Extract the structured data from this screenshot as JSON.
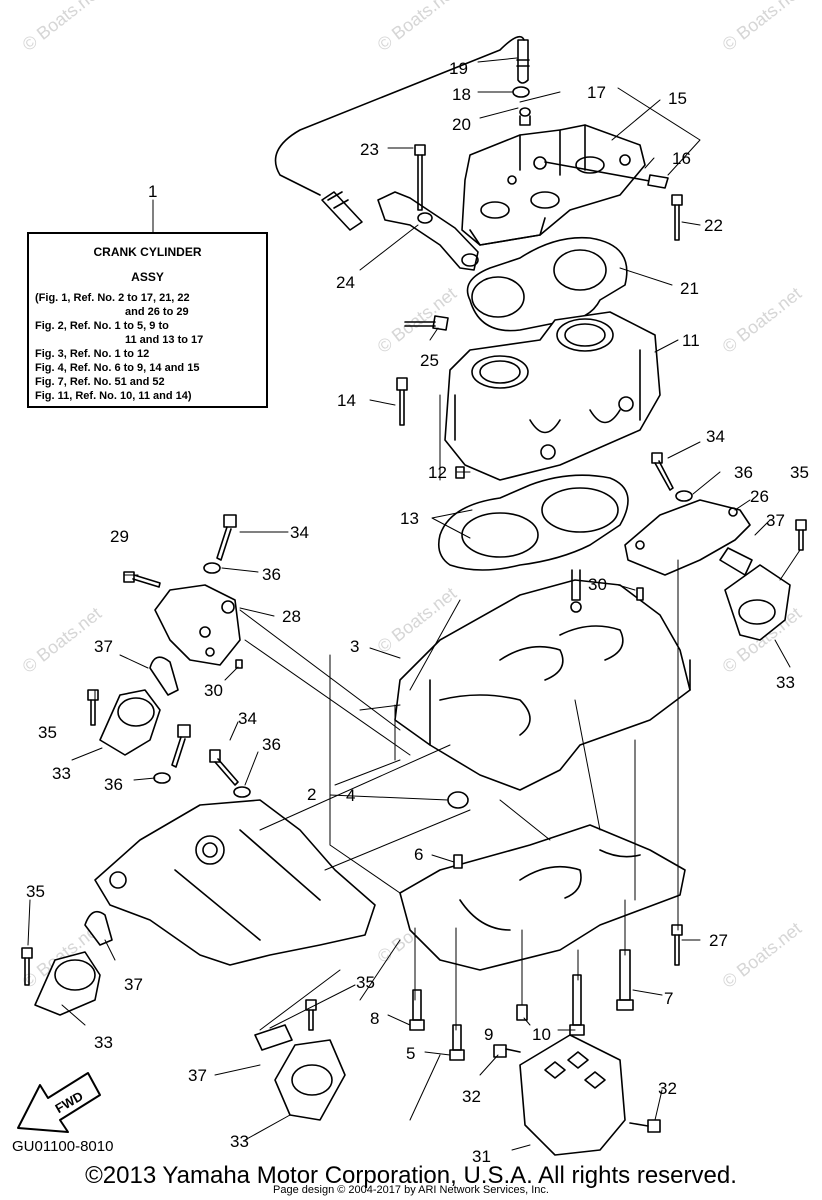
{
  "reference_box": {
    "callout": "1",
    "title": "CRANK CYLINDER",
    "subtitle": "ASSY",
    "lines": [
      "(Fig. 1, Ref. No. 2 to 17, 21, 22",
      "        and 26 to 29",
      "Fig. 2, Ref. No. 1 to 5, 9 to",
      "        11 and 13 to 17",
      "Fig. 3, Ref. No. 1 to 12",
      "Fig. 4, Ref. No. 6 to 9, 14 and 15",
      "Fig. 7, Ref. No. 51 and 52",
      "Fig. 11, Ref. No. 10, 11 and 14)"
    ]
  },
  "callouts": {
    "c19": "19",
    "c18": "18",
    "c17": "17",
    "c15": "15",
    "c20": "20",
    "c23": "23",
    "c16": "16",
    "c22": "22",
    "c24": "24",
    "c21": "21",
    "c25": "25",
    "c11": "11",
    "c14": "14",
    "c34a": "34",
    "c12": "12",
    "c36a": "36",
    "c35a": "35",
    "c26": "26",
    "c13": "13",
    "c37a": "37",
    "c29": "29",
    "c34b": "34",
    "c36b": "36",
    "c30a": "30",
    "c28": "28",
    "c3": "3",
    "c37b": "37",
    "c30b": "30",
    "c33a": "33",
    "c35b": "35",
    "c34c": "34",
    "c33b": "33",
    "c36c": "36",
    "c36d": "36",
    "c2": "2",
    "c4": "4",
    "c6": "6",
    "c35c": "35",
    "c27": "27",
    "c37c": "37",
    "c35d": "35",
    "c7": "7",
    "c8": "8",
    "c9": "9",
    "c10": "10",
    "c5": "5",
    "c33c": "33",
    "c32a": "32",
    "c32b": "32",
    "c37d": "37",
    "c33d": "33",
    "c31": "31"
  },
  "fwd_arrow": {
    "label": "FWD",
    "icon": "fwd-arrow-icon"
  },
  "diagram_code": "GU01100-8010",
  "footer": {
    "copyright": "©2013 Yamaha Motor Corporation, U.S.A. All rights reserved.",
    "design_credit": "Page design © 2004-2017 by ARI Network Services, Inc."
  },
  "watermark": "© Boats.net",
  "colors": {
    "line": "#000000",
    "background": "#ffffff",
    "watermark": "#d6d6d6"
  }
}
